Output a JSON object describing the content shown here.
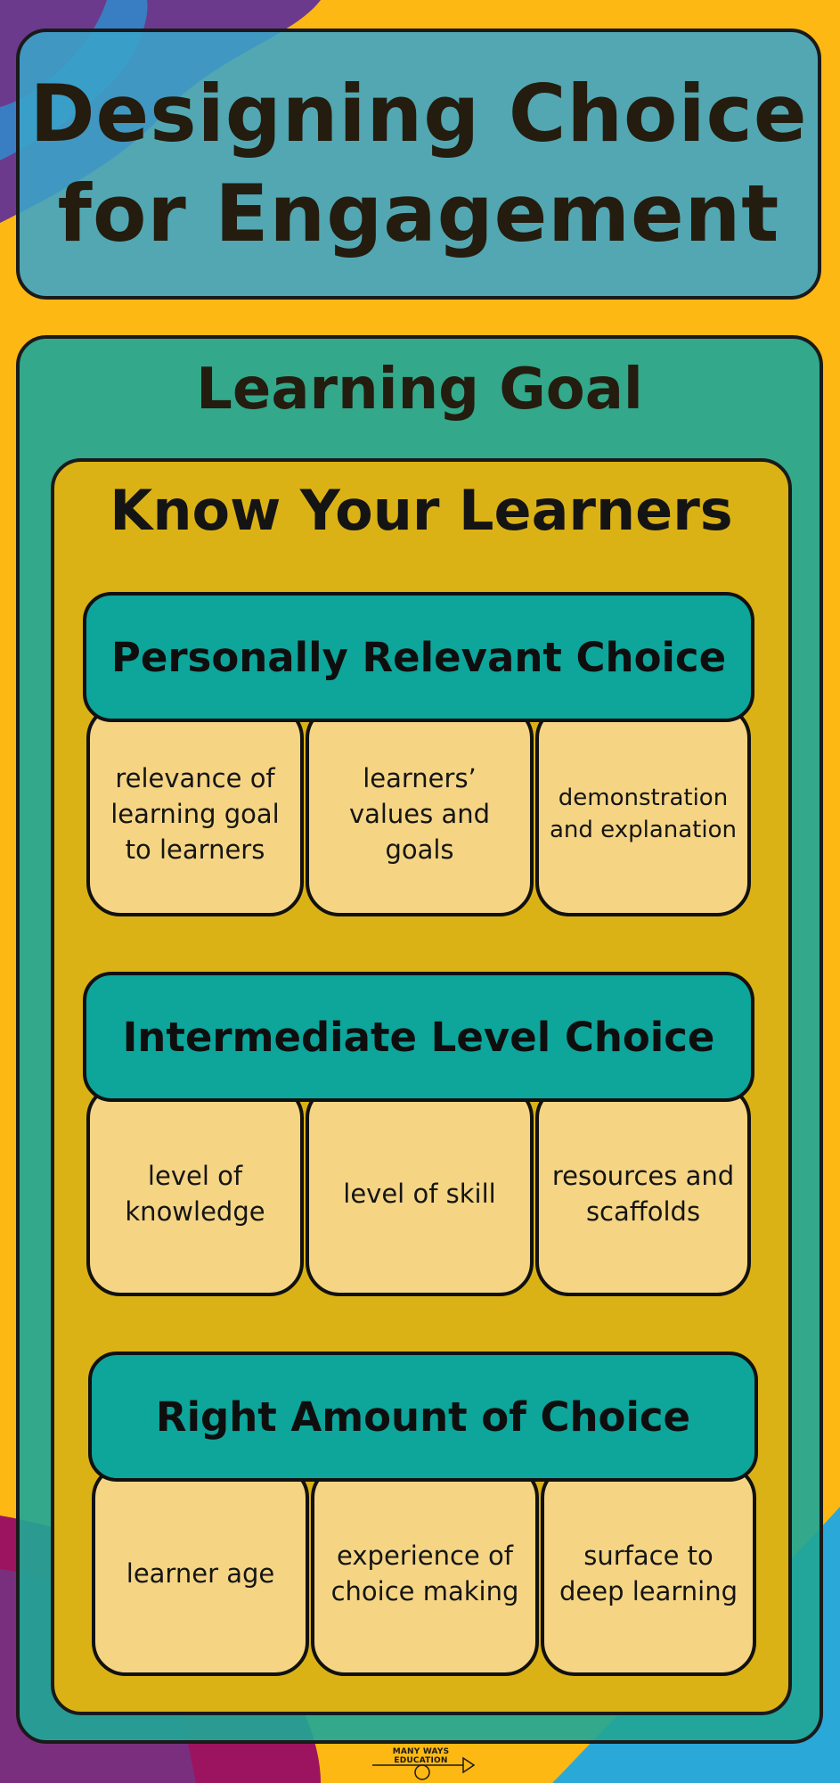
{
  "title": "Designing Choice\nfor Engagement",
  "goal": {
    "title": "Learning Goal"
  },
  "learners": {
    "title": "Know Your Learners"
  },
  "sections": [
    {
      "header": "Personally Relevant Choice",
      "cards": [
        "relevance of learning goal to learners",
        "learners’ values and goals",
        "demonstration and explanation"
      ]
    },
    {
      "header": "Intermediate Level Choice",
      "cards": [
        "level of knowledge",
        "level of skill",
        "resources and scaffolds"
      ]
    },
    {
      "header": "Right Amount of Choice",
      "cards": [
        "learner age",
        "experience of choice making",
        "surface to deep learning"
      ]
    }
  ],
  "footer": {
    "logo_text": "MANY WAYS EDUCATION"
  },
  "colors": {
    "background": "#fdb813",
    "title_box": "#3aa4c8",
    "goal_box": "#22a696",
    "learners_box": "#dbb216",
    "header_pill": "#0ea59b",
    "card": "#f5d584",
    "blob_purple": "#6b3a8c",
    "blob_magenta": "#9c1460",
    "blob_blue": "#2aa8d8"
  }
}
